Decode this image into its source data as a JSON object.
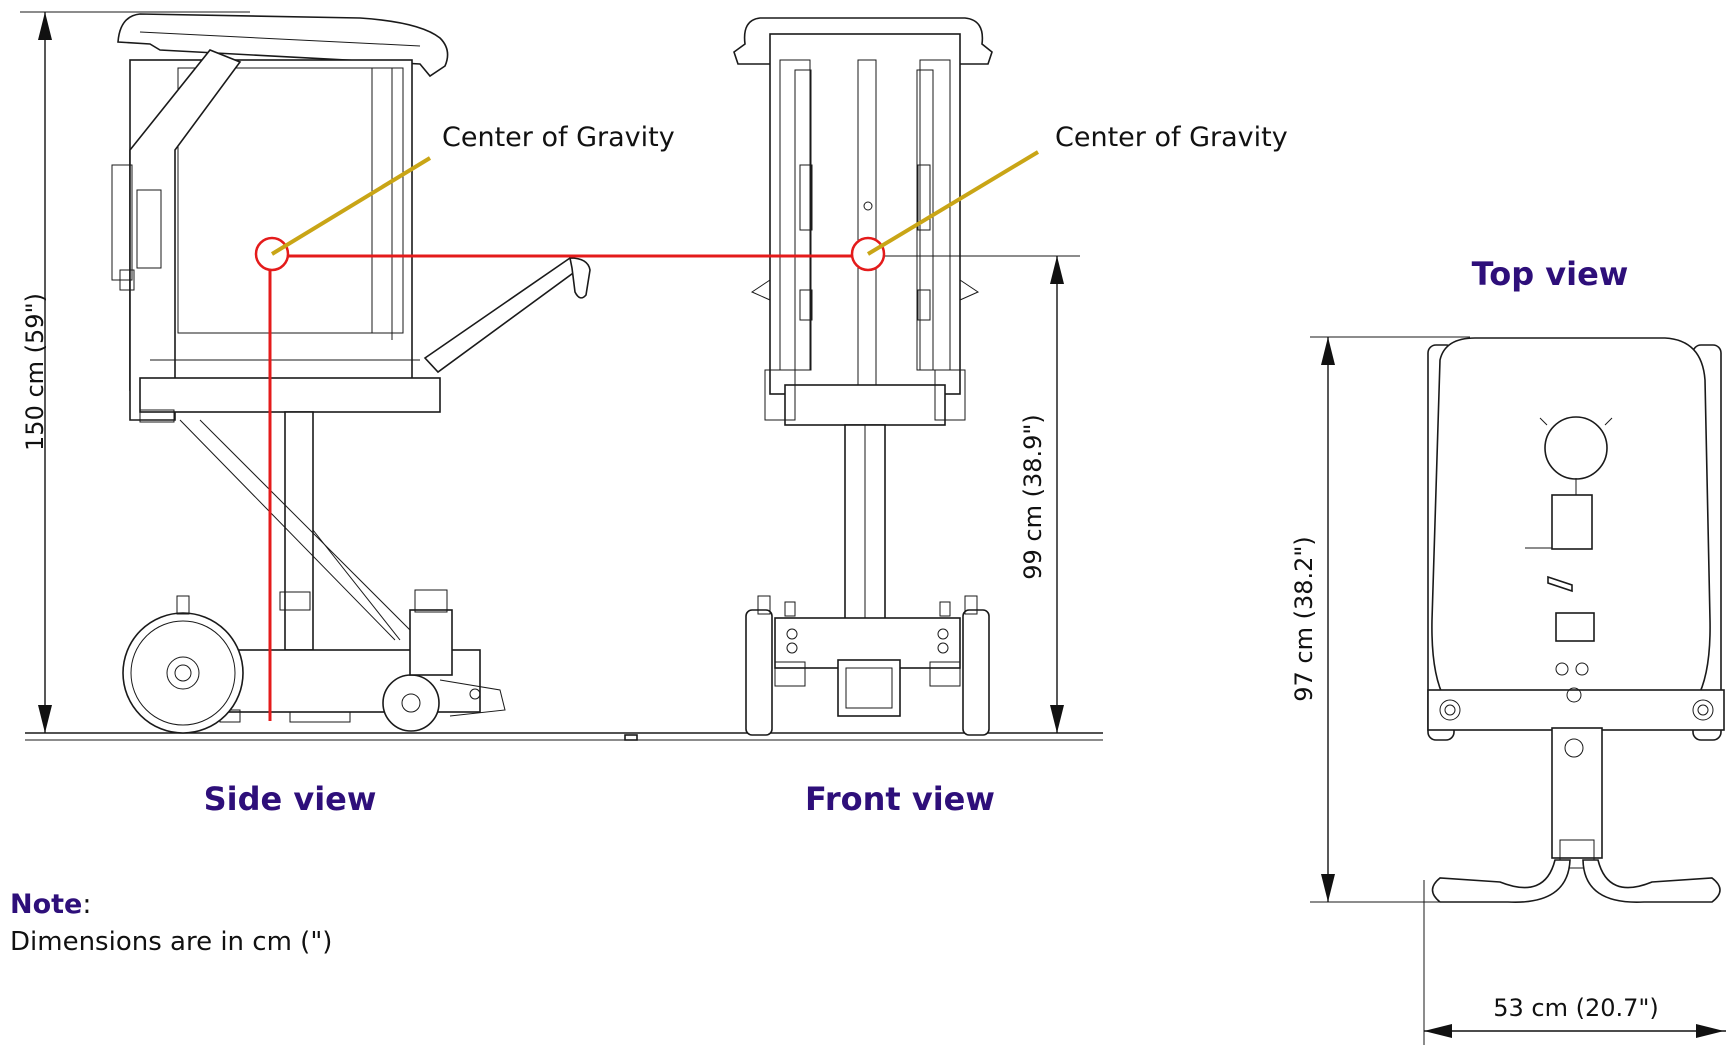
{
  "views": {
    "side": "Side view",
    "front": "Front view",
    "top": "Top view"
  },
  "callouts": {
    "cog_side": "Center of Gravity",
    "cog_front": "Center of Gravity"
  },
  "dimensions": {
    "overall_height": "150 cm (59\")",
    "cog_height": "99 cm (38.9\")",
    "depth": "97 cm (38.2\")",
    "width": "53 cm (20.7\")"
  },
  "note": {
    "title": "Note",
    "suffix": ":",
    "text": "Dimensions are in cm (\")"
  },
  "colors": {
    "view_label": "#2e0f7a",
    "cog_line": "#e41b1b",
    "leader": "#c9a516",
    "drawing": "#1a1a1a"
  }
}
